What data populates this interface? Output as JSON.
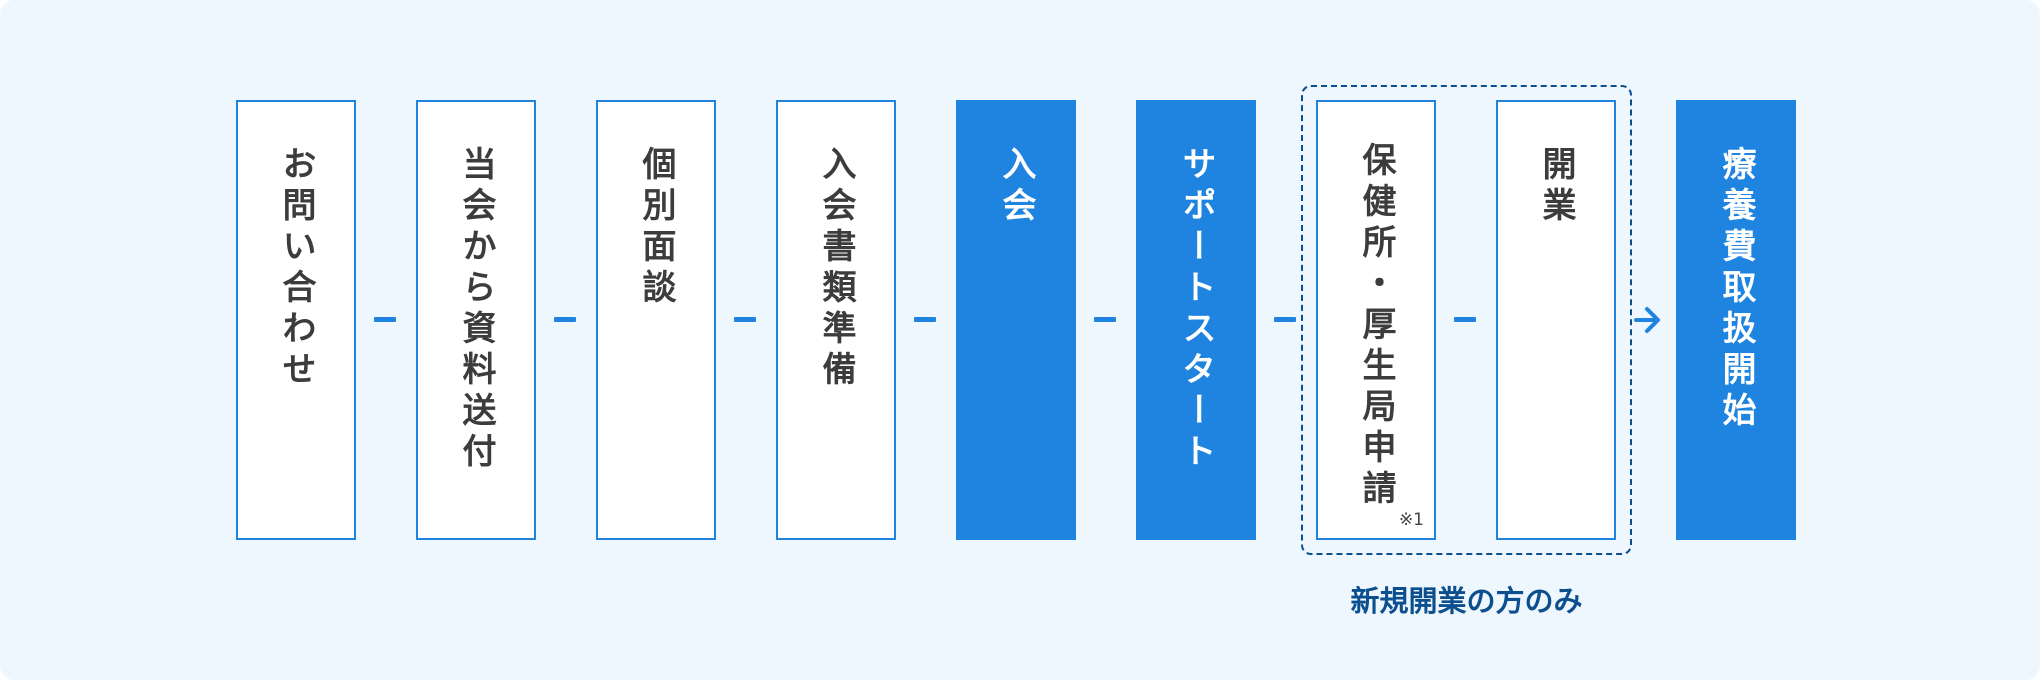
{
  "steps": [
    {
      "label": "お問い合わせ"
    },
    {
      "label": "当会から資料送付"
    },
    {
      "label": "個別面談"
    },
    {
      "label": "入会書類準備"
    },
    {
      "label": "入会"
    },
    {
      "label": "サポートスタート"
    },
    {
      "label": "保健所・厚生局申請",
      "note": "※1"
    },
    {
      "label": "開業"
    },
    {
      "label": "療養費取扱開始"
    }
  ],
  "group_caption": "新規開業の方のみ",
  "colors": {
    "accent": "#1e84df",
    "background": "#eef6fe",
    "group_border": "#0b4f8d",
    "caption": "#0c4f8e",
    "text_dark": "#3c3c3c"
  },
  "icons": {
    "final_connector": "arrow-right-icon",
    "connector": "dash-connector"
  }
}
